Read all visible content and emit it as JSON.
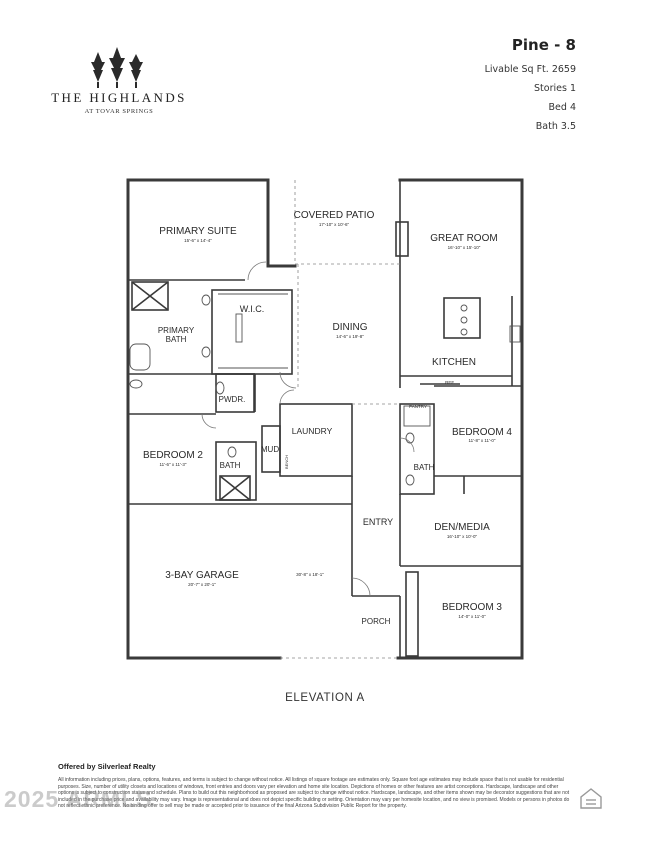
{
  "brand": {
    "name": "THE HIGHLANDS",
    "subtitle": "AT TOVAR SPRINGS"
  },
  "model": {
    "name": "Pine - 8",
    "sqft": "Livable Sq Ft. 2659",
    "stories": "Stories 1",
    "beds": "Bed 4",
    "baths": "Bath 3.5"
  },
  "rooms": {
    "primary_suite": {
      "label": "PRIMARY SUITE",
      "dim": "15'-6\" x 14'-4\""
    },
    "covered_patio": {
      "label": "COVERED PATIO",
      "dim": "17'-10\" x 10'-6\""
    },
    "great_room": {
      "label": "GREAT ROOM",
      "dim": "16'-10\" x 15'-10\""
    },
    "wic": {
      "label": "W.I.C."
    },
    "primary_bath": {
      "label": "PRIMARY\nBATH",
      "line1": "PRIMARY",
      "line2": "BATH"
    },
    "dining": {
      "label": "DINING",
      "dim": "14'-6\" x 19'-8\""
    },
    "kitchen": {
      "label": "KITCHEN"
    },
    "ref": {
      "label": "REF."
    },
    "pwdr": {
      "label": "PWDR."
    },
    "pantry": {
      "label": "PANTRY"
    },
    "laundry": {
      "label": "LAUNDRY"
    },
    "bedroom4": {
      "label": "BEDROOM 4",
      "dim": "11'-8\" x 11'-0\""
    },
    "bedroom2": {
      "label": "BEDROOM 2",
      "dim": "11'-6\" x 11'-3\""
    },
    "bath2": {
      "label": "BATH"
    },
    "mud": {
      "label": "MUD"
    },
    "bench": {
      "label": "BENCH"
    },
    "bath4": {
      "label": "BATH"
    },
    "entry": {
      "label": "ENTRY"
    },
    "den": {
      "label": "DEN/MEDIA",
      "dim": "16'-10\" x 10'-0\""
    },
    "garage": {
      "label": "3-BAY GARAGE",
      "dim": "20'-7\" x 20'-1\"",
      "dim2": "30'-8\" x 18'-1\""
    },
    "porch": {
      "label": "PORCH"
    },
    "bedroom3": {
      "label": "BEDROOM 3",
      "dim": "14'-0\" x 11'-0\""
    }
  },
  "elevation": "ELEVATION A",
  "footer": {
    "offered_by": "Offered by Silverleaf Realty",
    "disclaimer": "All information including prices, plans, options, features, and terms is subject to change without notice. All listings of square footage are estimates only. Square foot age estimates may include space that is not usable for residential purposes. Size, number of utility closets and locations of windows, front entries and doors vary per elevation and home site location. Depictions of homes or other features are artist conceptions. Hardscape, landscape and other options is subject to construction status and schedule. Plans to build out this neighborhood as proposed are subject to change without notice. Hardscape, landscape, and other items shown may be decorator suggestions that are not included in the purchase price and availability may vary. Image is representational and does not depict specific building or setting. Orientation may vary per homesite location, and no view is promised. Models or persons in photos do not reflect ethnic preference. No binding offer to sell may be made or accepted prior to issuance of the final Arizona Subdivision Public Report for the property.",
    "watermark": "2025 ARMLS"
  },
  "colors": {
    "wall": "#3a3a3a",
    "text": "#2a2a2a"
  }
}
